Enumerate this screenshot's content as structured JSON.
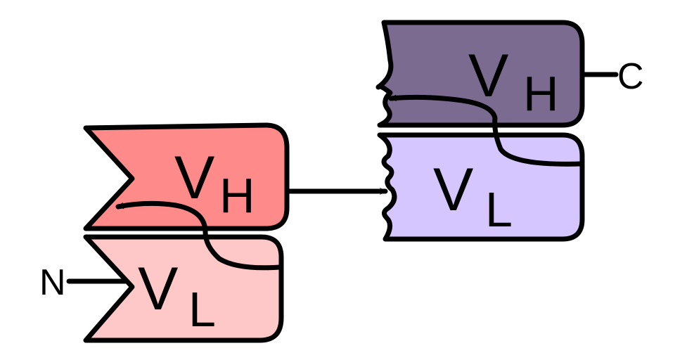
{
  "diagram": {
    "domains": [
      {
        "id": "vh_left",
        "main": "V",
        "sub": "H",
        "fill": "#ff8a8a"
      },
      {
        "id": "vl_left",
        "main": "V",
        "sub": "L",
        "fill": "#ffc8c8"
      },
      {
        "id": "vh_right",
        "main": "V",
        "sub": "H",
        "fill": "#7b6b91"
      },
      {
        "id": "vl_right",
        "main": "V",
        "sub": "L",
        "fill": "#d6c6ff"
      }
    ],
    "terminals": {
      "n": "N",
      "c": "C"
    },
    "colors": {
      "outline": "#000000"
    }
  }
}
